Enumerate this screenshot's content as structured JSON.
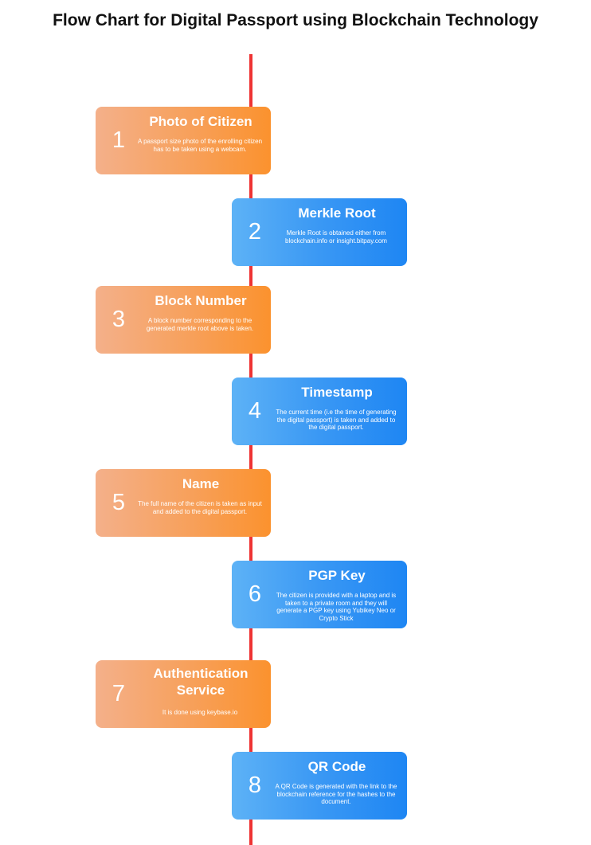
{
  "title": "Flow Chart for Digital Passport using Blockchain Technology",
  "colors": {
    "spine": "#ee3333",
    "orange_accent": "#fb922e",
    "blue_accent": "#1e86f3"
  },
  "steps": [
    {
      "number": "1",
      "heading": "Photo of Citizen",
      "description": "A passport size photo of the enrolling citizen has to be taken using a webcam.",
      "color": "orange"
    },
    {
      "number": "2",
      "heading": "Merkle Root",
      "description": "Merkle Root is obtained either from blockchain.info or insight.bitpay.com",
      "color": "blue"
    },
    {
      "number": "3",
      "heading": "Block Number",
      "description": "A block number corresponding to the generated merkle root above is taken.",
      "color": "orange"
    },
    {
      "number": "4",
      "heading": "Timestamp",
      "description": "The current time (i.e the time of generating the digital passport) is taken and added to the digital passport.",
      "color": "blue"
    },
    {
      "number": "5",
      "heading": "Name",
      "description": "The full name of the citizen is taken as input and added to the digital passport.",
      "color": "orange"
    },
    {
      "number": "6",
      "heading": "PGP Key",
      "description": "The citizen is provided with a laptop and is taken to a private room and they will generate a PGP key using Yubikey Neo or  Crypto Stick",
      "color": "blue"
    },
    {
      "number": "7",
      "heading": "Authentication Service",
      "description": "It is done using keybase.io",
      "color": "orange"
    },
    {
      "number": "8",
      "heading": "QR Code",
      "description": "A QR Code is generated with the link to the blockchain reference for the hashes to the document.",
      "color": "blue"
    }
  ]
}
